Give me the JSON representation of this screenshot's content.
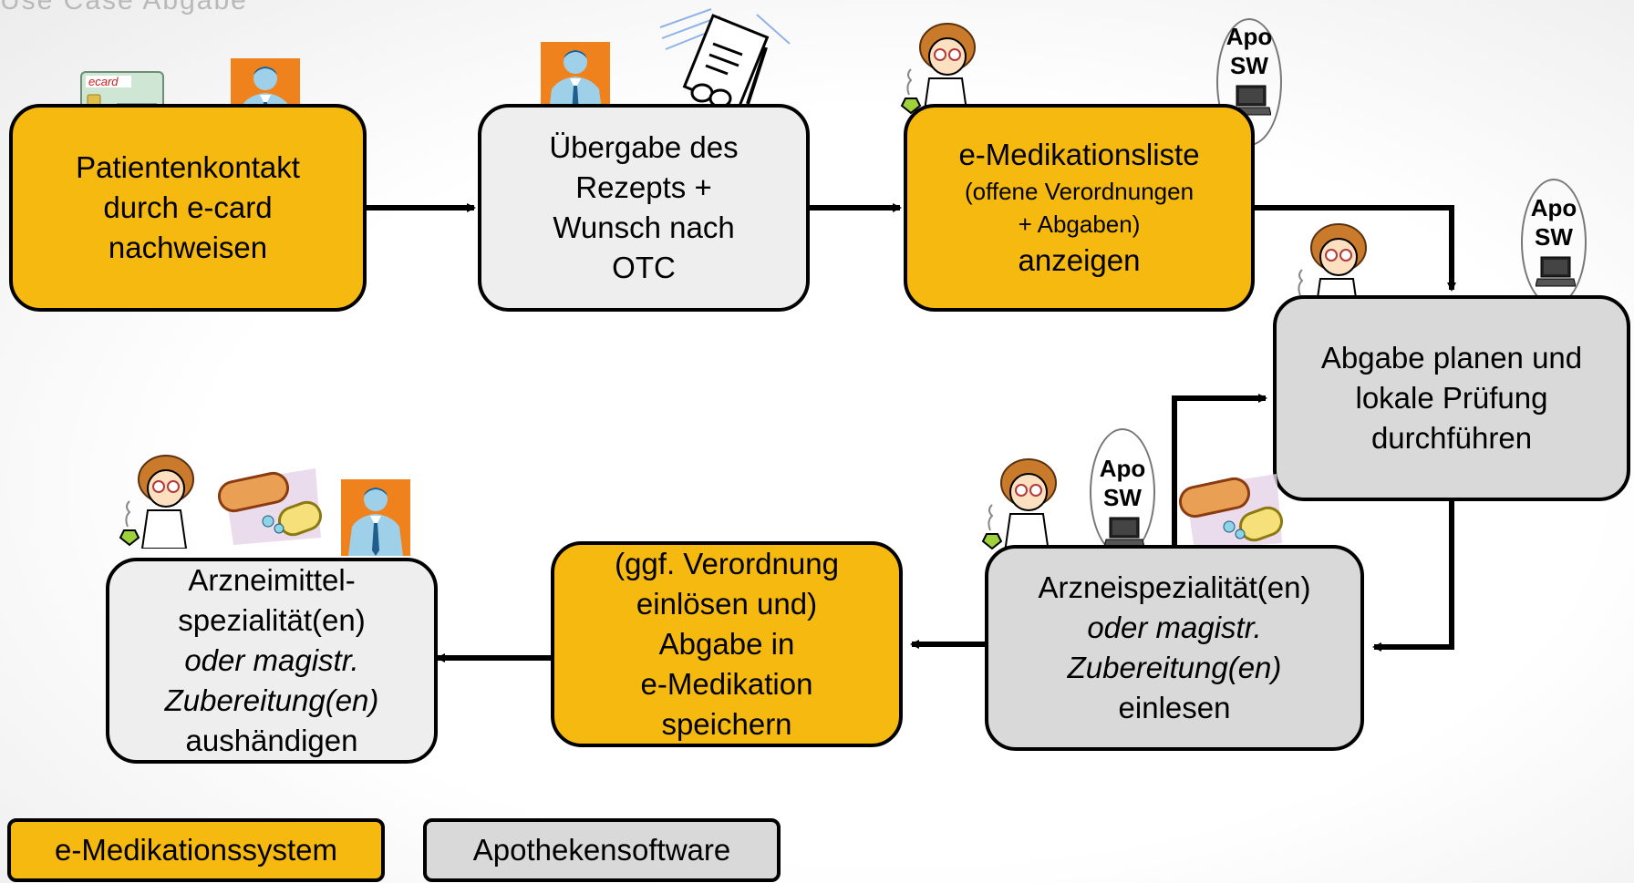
{
  "title_fragment": "Use Case Abgabe",
  "steps": {
    "step1": {
      "line1": "Patientenkontakt",
      "line2": "durch e-card",
      "line3": "nachweisen"
    },
    "step2": {
      "line1": "Übergabe des",
      "line2": "Rezepts +",
      "line3": "Wunsch nach",
      "line4": "OTC"
    },
    "step3": {
      "line1": "e-Medikationsliste",
      "line2": "(offene Verordnungen",
      "line3": "+ Abgaben)",
      "line4": "anzeigen"
    },
    "step4": {
      "line1": "Abgabe planen und",
      "line2": "lokale Prüfung",
      "line3": "durchführen"
    },
    "step5": {
      "line1": "Arzneispezialität(en)",
      "line2": "oder magistr.",
      "line3": "Zubereitung(en)",
      "line4": "einlesen"
    },
    "step6": {
      "line1": "(ggf. Verordnung",
      "line2": "einlösen und)",
      "line3": "Abgabe in",
      "line4": "e-Medikation",
      "line5": "speichern"
    },
    "step7": {
      "line1": "Arzneimittel-",
      "line2": "spezialität(en)",
      "line3": "oder magistr.",
      "line4": "Zubereitung(en)",
      "line5": "aushändigen"
    }
  },
  "apo_sw": {
    "line1": "Apo",
    "line2": "SW"
  },
  "ecard_label": "ecard",
  "legend": {
    "emed": "e-Medikationssystem",
    "apotheke": "Apothekensoftware"
  },
  "colors": {
    "emed_orange": "#f5b90f",
    "software_grey": "#d9d9d9",
    "light_grey": "#eeeeee"
  },
  "icons": [
    "e-card-icon",
    "businessman-icon",
    "prescription-document-icon",
    "pharmacist-icon",
    "laptop-icon",
    "pills-icon"
  ]
}
